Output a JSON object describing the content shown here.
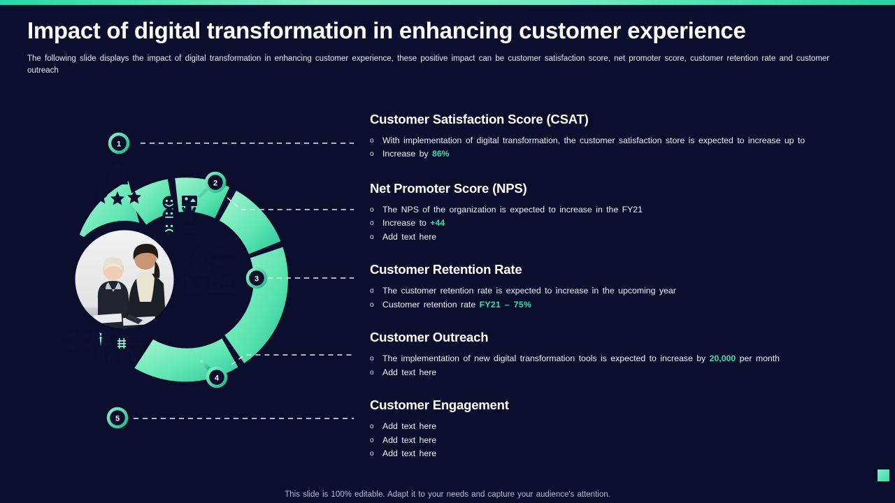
{
  "theme": {
    "background": "#0a0d2b",
    "accent": "#3ddcab",
    "accent_light": "#7df0c4",
    "text": "#ffffff",
    "muted_text": "#b9bbd4"
  },
  "header": {
    "title": "Impact of digital transformation in enhancing customer experience",
    "subtitle": "The following  slide displays the impact of digital transformation  in enhancing customer experience,  these positive  impact can be customer satisfaction score,  net promoter  score, customer retention rate and customer outreach"
  },
  "sections": [
    {
      "title": "Customer Satisfaction Score (CSAT)",
      "bullets": [
        {
          "marker": "o",
          "prefix": "With implementation  of digital transformation,  the customer satisfaction store  is expected to increase  up to",
          "highlight": "",
          "suffix": ""
        },
        {
          "marker": "o",
          "prefix": "Increase  by ",
          "highlight": "86%",
          "suffix": ""
        }
      ]
    },
    {
      "title": "Net Promoter Score (NPS)",
      "bullets": [
        {
          "marker": "o",
          "prefix": "The NPS of the organization  is expected to increase in the FY21",
          "highlight": "",
          "suffix": ""
        },
        {
          "marker": "o",
          "prefix": "Increase to ",
          "highlight": "+44",
          "suffix": ""
        },
        {
          "marker": "o",
          "prefix": "Add text here",
          "highlight": "",
          "suffix": ""
        }
      ]
    },
    {
      "title": "Customer Retention Rate",
      "bullets": [
        {
          "marker": "o",
          "prefix": "The customer retention rate is expected to increase in the upcoming year",
          "highlight": "",
          "suffix": ""
        },
        {
          "marker": "o",
          "prefix": "Customer retention rate   ",
          "highlight": "FY21 – 75%",
          "suffix": ""
        }
      ]
    },
    {
      "title": "Customer Outreach",
      "bullets": [
        {
          "marker": "o",
          "prefix": "The implementation  of  new digital transformation  tools is expected to increase  by ",
          "highlight": "20,000",
          "suffix": " per month"
        },
        {
          "marker": "o",
          "prefix": "Add text here",
          "highlight": "",
          "suffix": ""
        }
      ]
    },
    {
      "title": "Customer Engagement",
      "bullets": [
        {
          "marker": "o",
          "prefix": "Add text here",
          "highlight": "",
          "suffix": ""
        },
        {
          "marker": "o",
          "prefix": "Add text here",
          "highlight": "",
          "suffix": ""
        },
        {
          "marker": "o",
          "prefix": "Add text here",
          "highlight": "",
          "suffix": ""
        }
      ]
    }
  ],
  "diagram": {
    "center_image_alt": "two businesswomen reviewing documents at a desk",
    "segments": [
      {
        "number": "1",
        "icon": "customer-rating-icon"
      },
      {
        "number": "2",
        "icon": "customer-feedback-icon"
      },
      {
        "number": "3",
        "icon": "customer-retention-icon"
      },
      {
        "number": "4",
        "icon": "customer-outreach-icon"
      },
      {
        "number": "5",
        "icon": "customer-attraction-magnet-icon"
      }
    ]
  },
  "footer": {
    "note": "This slide is 100% editable. Adapt it to your needs and capture your audience's attention."
  }
}
